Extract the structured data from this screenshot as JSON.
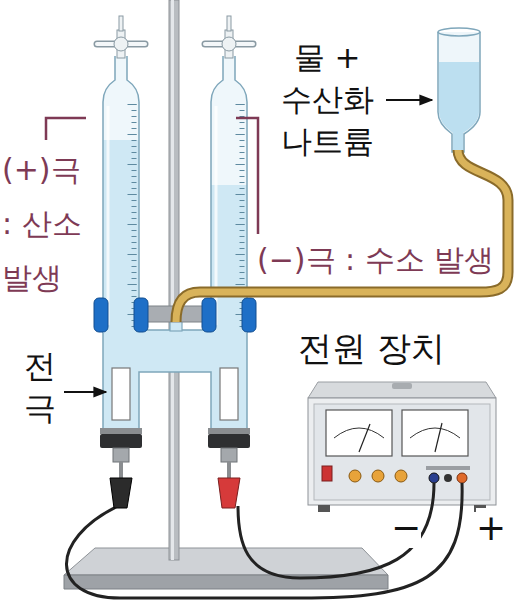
{
  "diagram": {
    "labels": [
      "(+)극 : 산소 발생",
      "(−)극 : 수소 발생",
      "물 + 수산화 나트륨",
      "전극",
      "전원 장치",
      "−",
      "+"
    ]
  }
}
